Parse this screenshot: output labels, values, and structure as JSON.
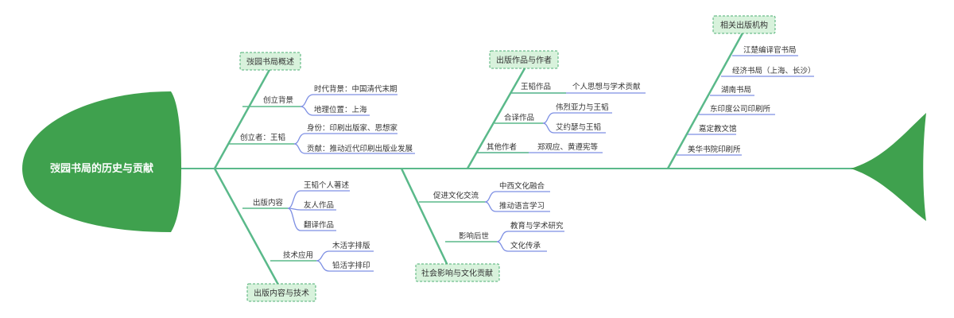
{
  "diagram": {
    "type": "fishbone",
    "head_title": "弢园书局的历史与贡献",
    "colors": {
      "spine": "#5ab98a",
      "body": "#3fa14e",
      "sub_branch": "#7d8fe3"
    },
    "categories": {
      "overview": {
        "label": "弢园书局概述",
        "groups": {
          "founding_background": {
            "label": "创立背景",
            "items": [
              "时代背景：中国清代末期",
              "地理位置：上海"
            ]
          },
          "founder": {
            "label": "创立者：王韬",
            "items": [
              "身份：印刷出版家、思想家",
              "贡献：推动近代印刷出版业发展"
            ]
          }
        }
      },
      "content_tech": {
        "label": "出版内容与技术",
        "groups": {
          "content": {
            "label": "出版内容",
            "items": [
              "王韬个人著述",
              "友人作品",
              "翻译作品"
            ]
          },
          "technology": {
            "label": "技术应用",
            "items": [
              "木活字排版",
              "铅活字排印"
            ]
          }
        }
      },
      "works_authors": {
        "label": "出版作品与作者",
        "groups": {
          "wang_works": {
            "label": "王韬作品",
            "items": [
              "个人思想与学术贡献"
            ]
          },
          "co_translated": {
            "label": "合译作品",
            "items": [
              "伟烈亚力与王韬",
              "艾约瑟与王韬"
            ]
          },
          "other_authors": {
            "label": "其他作者",
            "items": [
              "郑观应、黄遵宪等"
            ]
          }
        }
      },
      "social_impact": {
        "label": "社会影响与文化贡献",
        "groups": {
          "exchange": {
            "label": "促进文化交流",
            "items": [
              "中西文化融合",
              "推动语言学习"
            ]
          },
          "legacy": {
            "label": "影响后世",
            "items": [
              "教育与学术研究",
              "文化传承"
            ]
          }
        }
      },
      "institutions": {
        "label": "相关出版机构",
        "items": [
          "江楚编译官书局",
          "经济书局（上海、长沙）",
          "湖南书局",
          "东印度公司印刷所",
          "嘉定教文馆",
          "美华书院印刷所"
        ]
      }
    }
  }
}
